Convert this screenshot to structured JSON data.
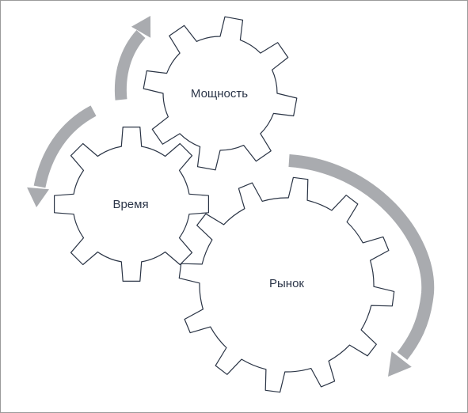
{
  "diagram": {
    "gears": [
      {
        "id": "power",
        "label": "Мощность"
      },
      {
        "id": "time",
        "label": "Время"
      },
      {
        "id": "market",
        "label": "Рынок"
      }
    ],
    "colors": {
      "gear_stroke": "#2a3445",
      "gear_fill": "#ffffff",
      "arrow": "#a9abaf",
      "label": "#2b3548",
      "frame_border": "#9a9a9a"
    }
  }
}
